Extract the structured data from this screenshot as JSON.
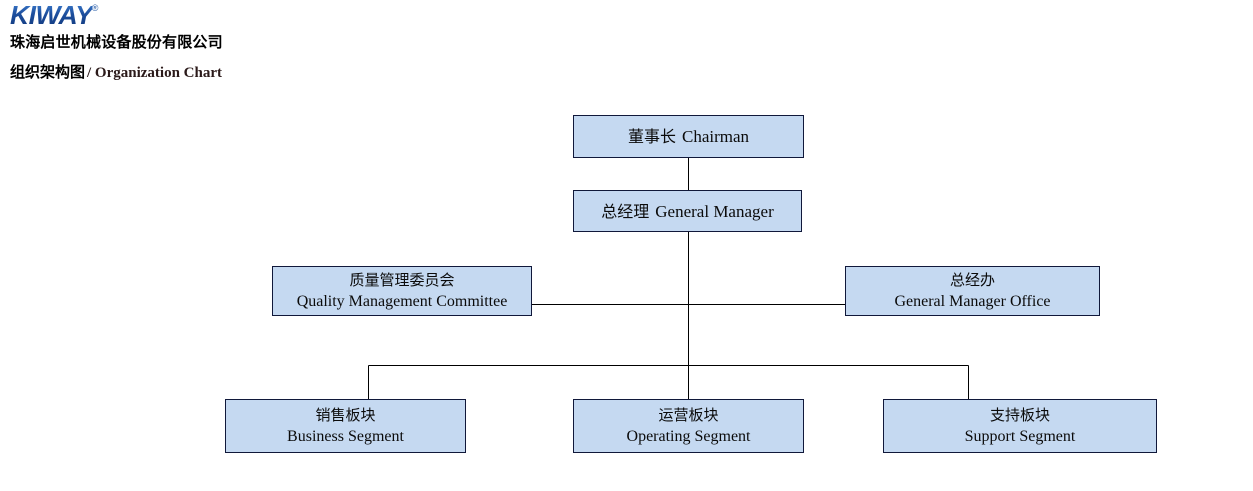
{
  "header": {
    "logo_text": "KIWAY",
    "logo_mark": "®",
    "company_name": "珠海启世机械设备股份有限公司",
    "title_cn": "组织架构图",
    "title_en": "/ Organization Chart"
  },
  "colors": {
    "node_fill": "#c5d9f1",
    "node_border": "#10183a",
    "connector": "#000000",
    "logo_blue": "#1d4f9e",
    "title_en_color": "#2b1a1a"
  },
  "chart_data": {
    "type": "diagram",
    "diagram_kind": "organization-chart",
    "title": "组织架构图 / Organization Chart",
    "nodes": [
      {
        "id": "chairman",
        "cn": "董事长",
        "en": "Chairman",
        "level": 0,
        "layout": "single-line"
      },
      {
        "id": "gm",
        "cn": "总经理",
        "en": "General Manager",
        "level": 1,
        "layout": "single-line"
      },
      {
        "id": "qmc",
        "cn": "质量管理委员会",
        "en": "Quality Management Committee",
        "level": 2,
        "layout": "two-line"
      },
      {
        "id": "gm_office",
        "cn": "总经办",
        "en": "General Manager Office",
        "level": 2,
        "layout": "two-line"
      },
      {
        "id": "business",
        "cn": "销售板块",
        "en": "Business Segment",
        "level": 3,
        "layout": "two-line"
      },
      {
        "id": "operating",
        "cn": "运营板块",
        "en": "Operating Segment",
        "level": 3,
        "layout": "two-line"
      },
      {
        "id": "support",
        "cn": "支持板块",
        "en": "Support Segment",
        "level": 3,
        "layout": "two-line"
      }
    ],
    "edges": [
      {
        "from": "chairman",
        "to": "gm"
      },
      {
        "from": "gm",
        "to": "qmc"
      },
      {
        "from": "gm",
        "to": "gm_office"
      },
      {
        "from": "gm",
        "to": "business"
      },
      {
        "from": "gm",
        "to": "operating"
      },
      {
        "from": "gm",
        "to": "support"
      }
    ]
  }
}
